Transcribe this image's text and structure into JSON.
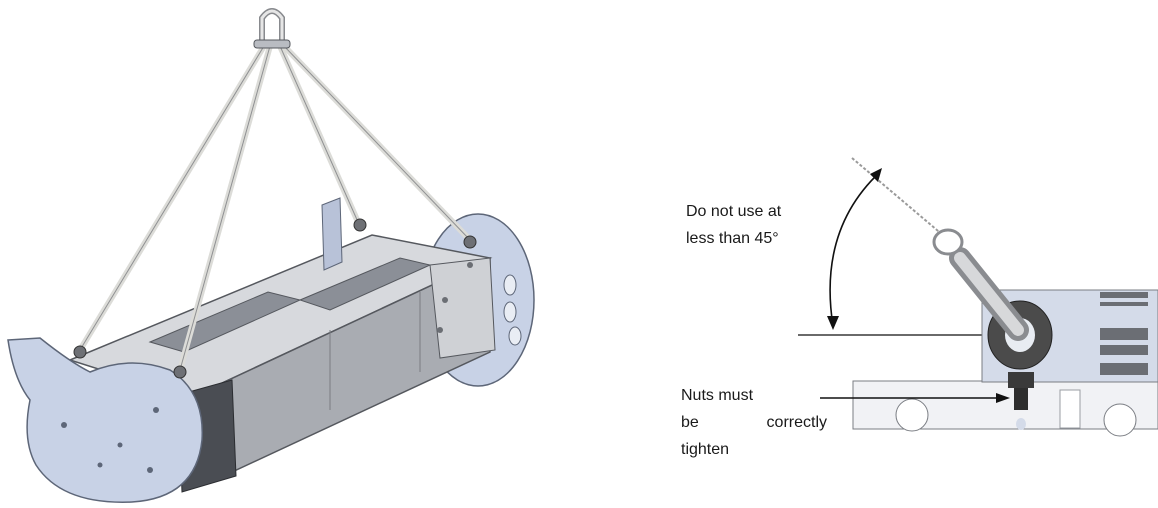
{
  "left_figure": {
    "subject": "lifting-assembly-with-slings-and-shackle"
  },
  "right_figure": {
    "angle_note": {
      "line1": "Do not use at",
      "line2": "less than 45°"
    },
    "nuts_note": {
      "line1": "Nuts must",
      "line2_word1": "be",
      "line2_word2": "correctly",
      "line3": "tighten"
    }
  },
  "colors": {
    "plate": "#c8d2e6",
    "plate_edge": "#5d6678",
    "metal_grey": "#b9bcc2",
    "dark_panel": "#4a4d53",
    "sling": "#dcdcd8",
    "ring": "#4b4b4b",
    "ink": "#1a1a1a"
  }
}
